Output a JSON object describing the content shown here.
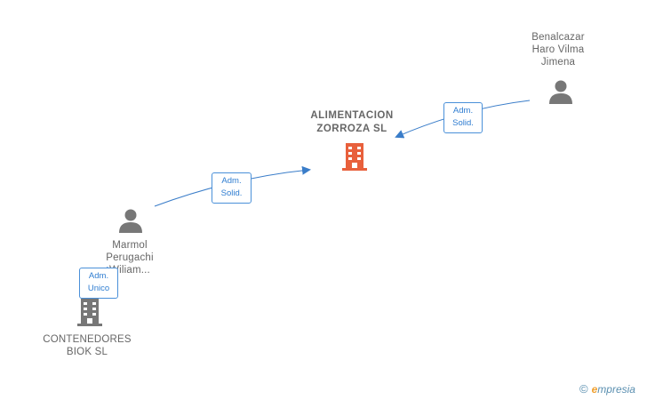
{
  "nodes": {
    "main_company": {
      "label_line1": "ALIMENTACION",
      "label_line2": "ZORROZA  SL",
      "color": "#e8603c"
    },
    "person_benalcazar": {
      "line1": "Benalcazar",
      "line2": "Haro Vilma",
      "line3": "Jimena"
    },
    "person_marmol": {
      "line1": "Marmol",
      "line2": "Perugachi",
      "line3": "Wiliam..."
    },
    "company_contenedores": {
      "line1": "CONTENEDORES",
      "line2": "BIOK SL",
      "color": "#777777"
    }
  },
  "relations": {
    "benalcazar_to_main": {
      "line1": "Adm.",
      "line2": "Solid."
    },
    "marmol_to_main": {
      "line1": "Adm.",
      "line2": "Solid."
    },
    "marmol_to_contenedores": {
      "line1": "Adm.",
      "line2": "Unico"
    }
  },
  "colors": {
    "edge": "#3a7dc9",
    "person_icon": "#777777",
    "text": "#666666"
  },
  "brand": {
    "copyright": "©",
    "e": "e",
    "rest": "mpresia"
  }
}
